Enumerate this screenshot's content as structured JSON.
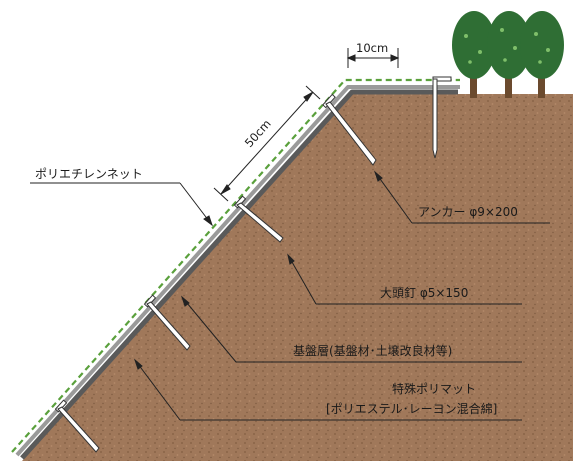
{
  "labels": {
    "net": "ポリエチレンネット",
    "anchor": "アンカー φ9×200",
    "nail": "大頭釘 φ5×150",
    "base_layer": "基盤層(基盤材･土壌改良材等)",
    "mat_line1": "特殊ポリマット",
    "mat_line2": "[ポリエステル･レーヨン混合綿]"
  },
  "dimensions": {
    "spacing_top": "10cm",
    "spacing_slope": "50cm"
  },
  "icons": {
    "tree": "tree-icon"
  },
  "colors": {
    "soil": "#a0785a",
    "soil_dark": "#6e4f38",
    "net": "#5aa03c",
    "mat": "#8a8a8a",
    "base_layer": "#5a5a5a",
    "tree": "#2f6e34",
    "leader": "#222222"
  }
}
